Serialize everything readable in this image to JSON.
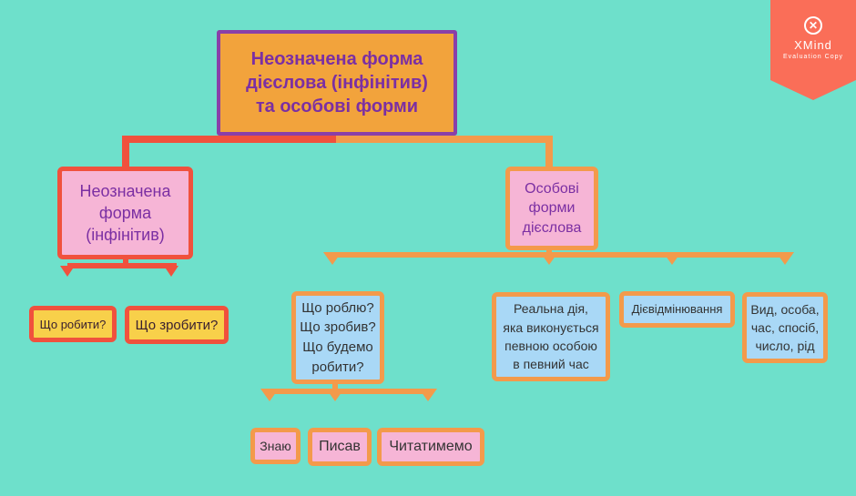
{
  "watermark": {
    "brand": "XMind",
    "subtitle": "Evaluation Copy",
    "icon": "x-circle-icon",
    "color": "#fa6e58"
  },
  "colors": {
    "background": "#6ee0cb",
    "red_connector": "#f0513d",
    "orange_connector": "#f39a4b",
    "root_fill": "#f2a33c",
    "root_border": "#8a3fa8"
  },
  "root": {
    "label": "Неозначена форма\nдієслова (інфінітив)\nта особові форми"
  },
  "branches": [
    {
      "label": "Неозначена\nформа\n(інфінітив)",
      "children": [
        "Що робити?",
        "Що зробити?"
      ]
    },
    {
      "label": "Особові\nформи\nдієслова",
      "children": [
        {
          "label": "Що роблю?\nЩо зробив?\nЩо будемо\nробити?",
          "children": [
            "Знаю",
            "Писав",
            "Читатимемо"
          ]
        },
        {
          "label": "Реальна дія,\nяка виконується\nпевною особою\nв певний час"
        },
        {
          "label": "Дієвідмінювання"
        },
        {
          "label": "Вид, особа,\nчас, спосіб,\nчисло, рід"
        }
      ]
    }
  ]
}
